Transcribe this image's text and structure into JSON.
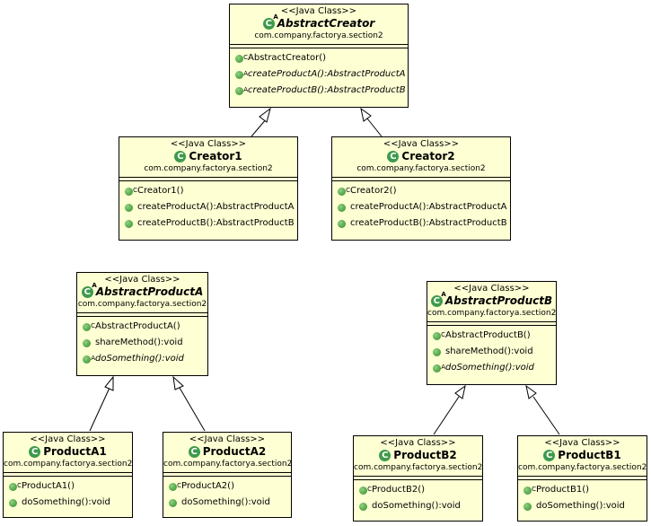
{
  "stereotype": "<<Java Class>>",
  "classes": {
    "abstract_creator": {
      "name": "AbstractCreator",
      "package": "com.company.factorya.section2",
      "ops": [
        "AbstractCreator()",
        "createProductA():AbstractProductA",
        "createProductB():AbstractProductB"
      ]
    },
    "creator1": {
      "name": "Creator1",
      "package": "com.company.factorya.section2",
      "ops": [
        "Creator1()",
        "createProductA():AbstractProductA",
        "createProductB():AbstractProductB"
      ]
    },
    "creator2": {
      "name": "Creator2",
      "package": "com.company.factorya.section2",
      "ops": [
        "Creator2()",
        "createProductA():AbstractProductA",
        "createProductB():AbstractProductB"
      ]
    },
    "abstract_product_a": {
      "name": "AbstractProductA",
      "package": "com.company.factorya.section2",
      "ops": [
        "AbstractProductA()",
        "shareMethod():void",
        "doSomething():void"
      ]
    },
    "abstract_product_b": {
      "name": "AbstractProductB",
      "package": "com.company.factorya.section2",
      "ops": [
        "AbstractProductB()",
        "shareMethod():void",
        "doSomething():void"
      ]
    },
    "product_a1": {
      "name": "ProductA1",
      "package": "com.company.factorya.section2",
      "ops": [
        "ProductA1()",
        "doSomething():void"
      ]
    },
    "product_a2": {
      "name": "ProductA2",
      "package": "com.company.factorya.section2",
      "ops": [
        "ProductA2()",
        "doSomething():void"
      ]
    },
    "product_b2": {
      "name": "ProductB2",
      "package": "com.company.factorya.section2",
      "ops": [
        "ProductB2()",
        "doSomething():void"
      ]
    },
    "product_b1": {
      "name": "ProductB1",
      "package": "com.company.factorya.section2",
      "ops": [
        "ProductB1()",
        "doSomething():void"
      ]
    }
  },
  "colors": {
    "class_fill": "#ffffd4",
    "border": "#000000",
    "icon_green": "#3e9a4c"
  },
  "icons": {
    "class": "class-icon",
    "method": "method-icon"
  }
}
